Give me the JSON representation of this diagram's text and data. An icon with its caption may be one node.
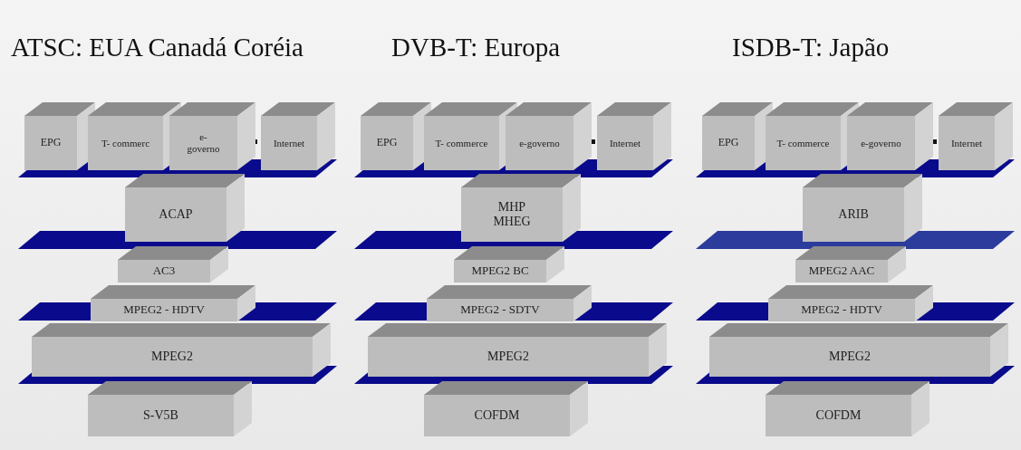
{
  "diagram": {
    "nodes": [
      {
        "text": [
          "EPG"
        ]
      },
      {
        "text": [
          "T- commerc"
        ]
      },
      {
        "text": [
          "e- governo"
        ]
      },
      {
        "text": [
          "Internet"
        ]
      },
      {
        "text": [
          "ACAP"
        ]
      },
      {
        "text": [
          "AC3"
        ]
      },
      {
        "text": [
          "MPEG2 - HDTV"
        ]
      },
      {
        "text": [
          "MPEG2"
        ]
      },
      {
        "text": [
          "S-V5B"
        ]
      },
      {
        "text": [
          "EPG"
        ]
      },
      {
        "text": [
          "T- commerce"
        ]
      },
      {
        "text": [
          "e-governo"
        ]
      },
      {
        "text": [
          "Internet"
        ]
      },
      {
        "text": [
          "MHP MHEG"
        ]
      },
      {
        "text": [
          "MPEG2 BC"
        ]
      },
      {
        "text": [
          "MPEG2 - SDTV"
        ]
      },
      {
        "text": [
          "MPEG2"
        ]
      },
      {
        "text": [
          "COFDM"
        ]
      },
      {
        "text": [
          "EPG"
        ]
      },
      {
        "text": [
          "T- commerce"
        ]
      },
      {
        "text": [
          "e-governo"
        ]
      },
      {
        "text": [
          "Internet"
        ]
      },
      {
        "text": [
          "ARIB"
        ]
      },
      {
        "text": [
          "MPEG2 AAC"
        ]
      },
      {
        "text": [
          "MPEG2 - HDTV"
        ]
      },
      {
        "text": [
          "MPEG2"
        ]
      },
      {
        "text": [
          "COFDM"
        ]
      }
    ],
    "labels": [
      "ATSC: EUA Canadá Coréia",
      "DVB-T: Europa",
      "ISDB-T: Japão"
    ]
  }
}
